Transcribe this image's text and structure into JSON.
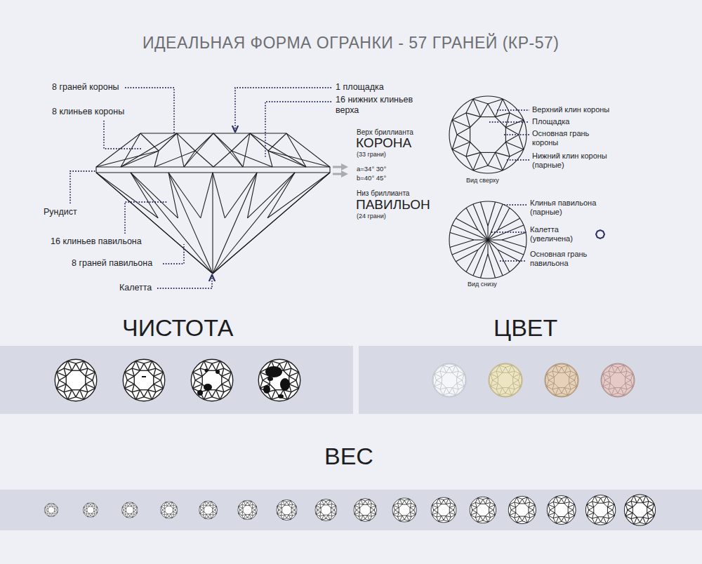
{
  "diagram": {
    "title": "ИДЕАЛЬНАЯ ФОРМА ОГРАНКИ - 57 ГРАНЕЙ (КР-57)",
    "labels": [
      "8 граней короны",
      "8 клиньев короны",
      "1 площадка",
      "16 нижних клиньев верха",
      "Верх бриллианта",
      "КОРОНА",
      "(33 грани)",
      "a=34° 30°",
      "b=40° 45°",
      "Низ бриллианта",
      "ПАВИЛЬОН",
      "(24 грани)",
      "Рундист",
      "16 клиньев павильона",
      "8 граней павильона",
      "Калетта",
      "Верхний клин короны",
      "Площадка",
      "Основная грань короны",
      "Нижний клин короны (парные)",
      "Вид сверху",
      "Клинья павильона (парные)",
      "Калетта (увеличена)",
      "Основная грань павильона",
      "Вид снизу",
      "ЧИСТОТА",
      "ЦВЕТ",
      "ВЕС"
    ]
  }
}
